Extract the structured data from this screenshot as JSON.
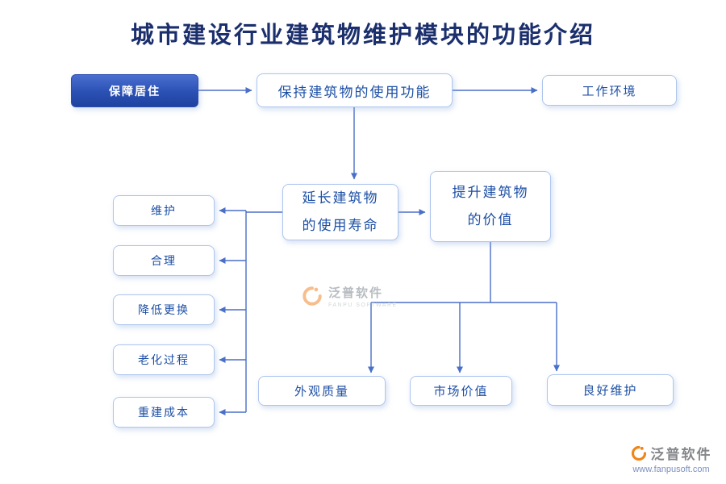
{
  "title": "城市建设行业建筑物维护模块的功能介绍",
  "nodes": {
    "secure_living": {
      "label": "保障居住"
    },
    "keep_function": {
      "label": "保持建筑物的使用功能"
    },
    "work_env": {
      "label": "工作环境"
    },
    "extend_life": {
      "line1": "延长建筑物",
      "line2": "的使用寿命"
    },
    "raise_value": {
      "line1": "提升建筑物",
      "line2": "的价值"
    }
  },
  "left_items": [
    {
      "label": "维护"
    },
    {
      "label": "合理"
    },
    {
      "label": "降低更换"
    },
    {
      "label": "老化过程"
    },
    {
      "label": "重建成本"
    }
  ],
  "bottom_items": [
    {
      "label": "外观质量"
    },
    {
      "label": "市场价值"
    },
    {
      "label": "良好维护"
    }
  ],
  "watermark": {
    "name": "泛普软件",
    "subtitle": "FANPU SOFTWARE"
  },
  "footer": {
    "brand": "泛普软件",
    "url": "www.fanpusoft.com"
  },
  "colors": {
    "accent_blue": "#1d4fa5",
    "line_blue": "#4a6fc8",
    "filled_node_blue": "#2a50b4",
    "logo_orange": "#f08519",
    "title_navy": "#1b2f6d"
  }
}
